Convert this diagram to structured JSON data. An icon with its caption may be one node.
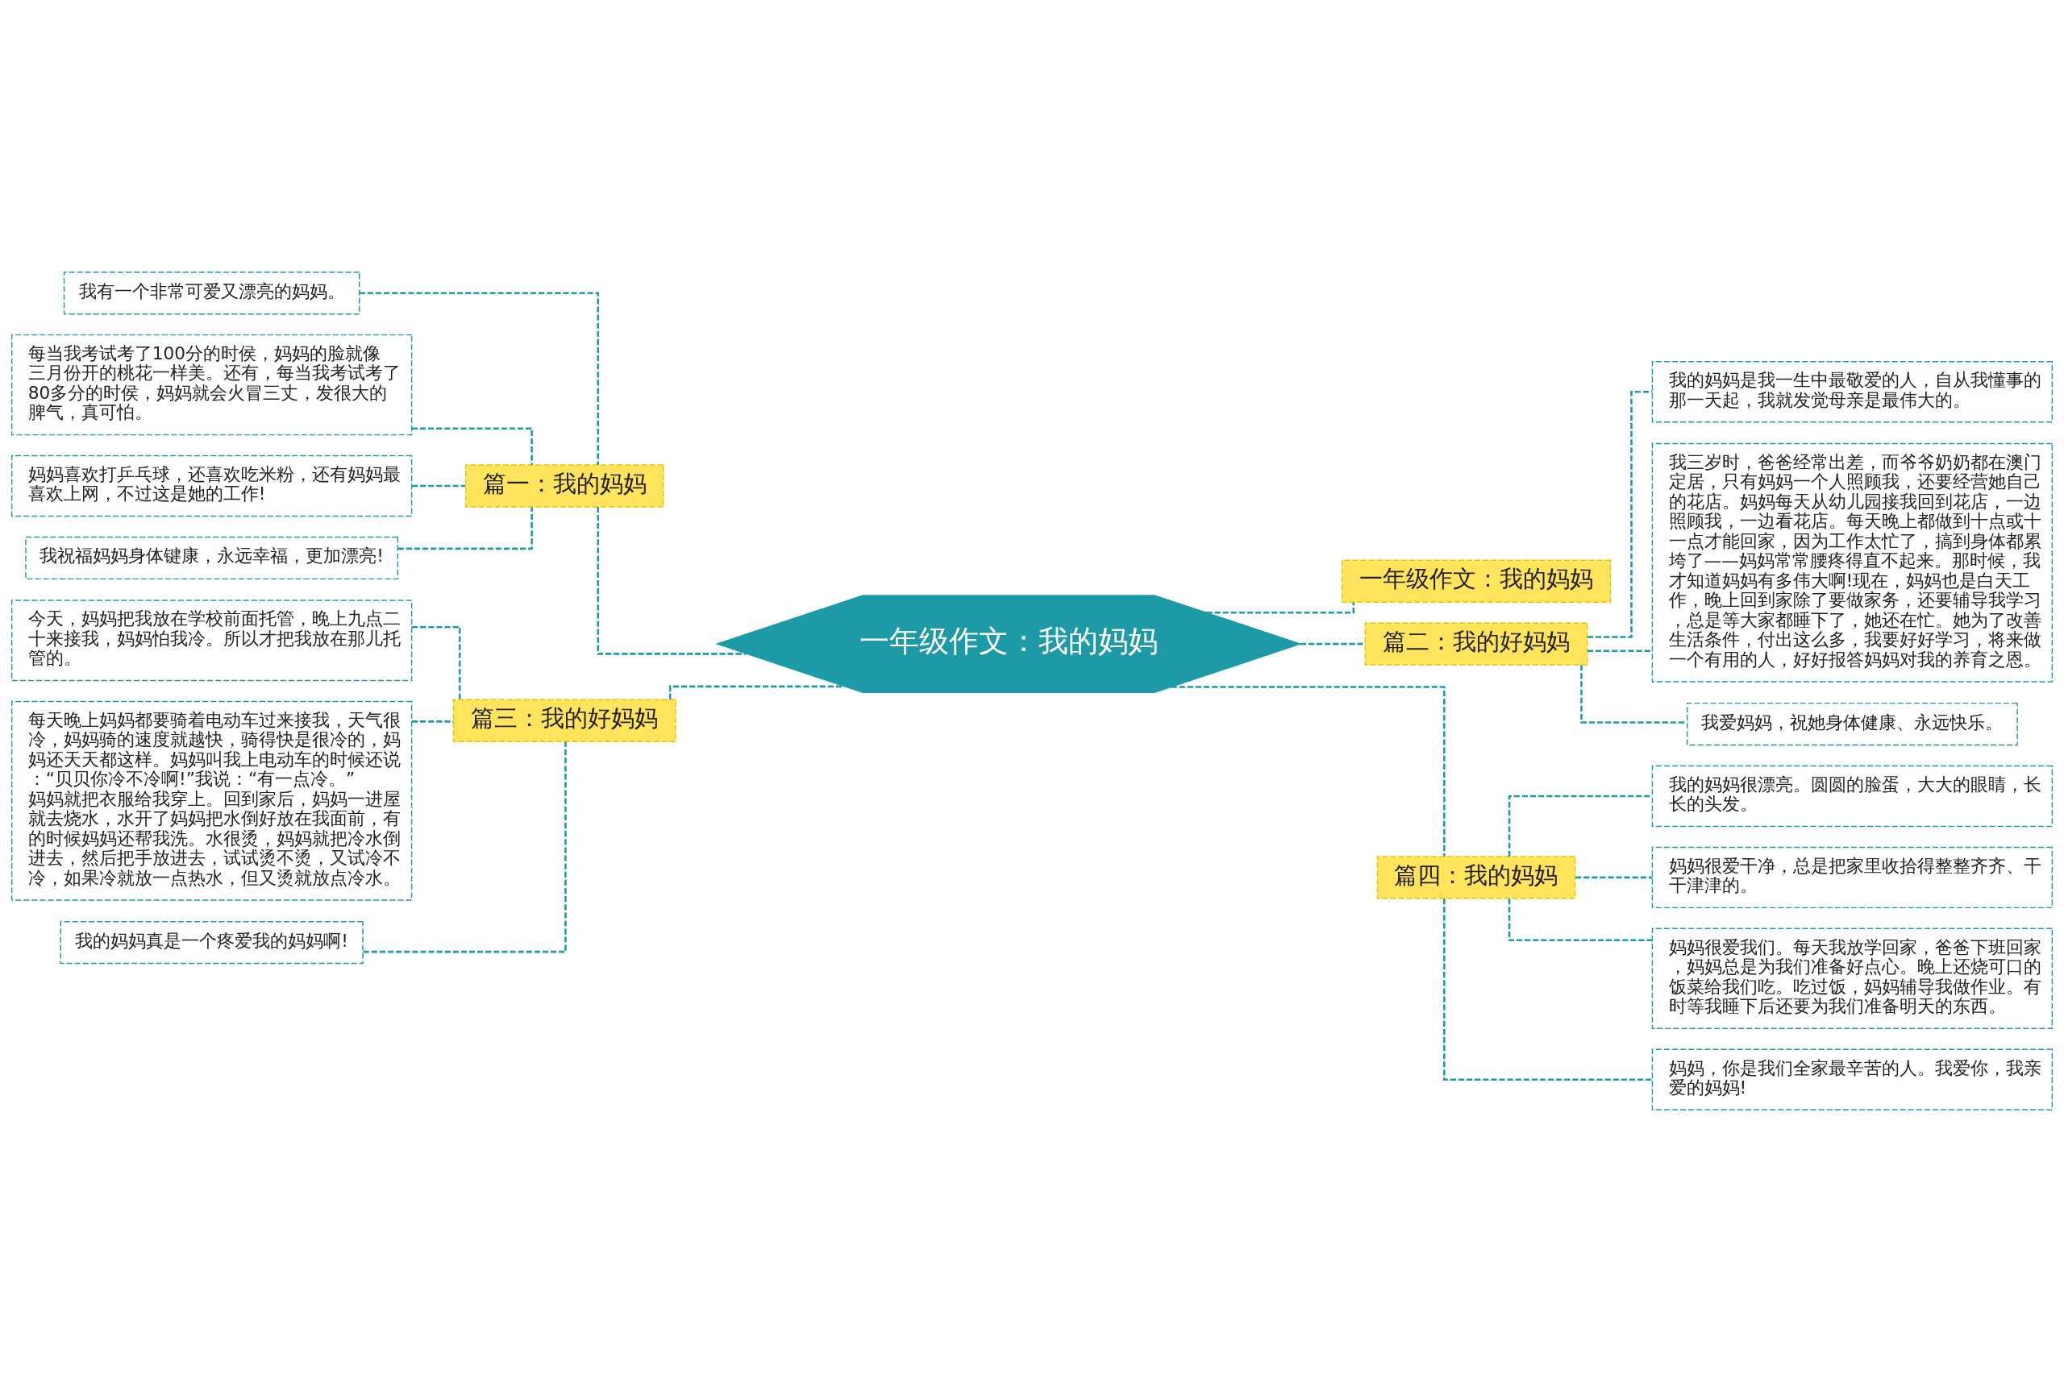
{
  "diagram": {
    "nodes": [
      {
        "text": [
          "一年级作文：我的妈妈"
        ]
      },
      {
        "text": [
          "篇一：我的妈妈"
        ]
      },
      {
        "text": [
          "我有一个非常可爱又漂亮的妈妈。"
        ]
      },
      {
        "text": [
          "每当我考试考了100分的时侯，妈妈的脸就像三月份开的桃花一样美。还有，每当我考试考了80多分的时侯，妈妈就会火冒三丈，发很大的脾气，真可怕。"
        ]
      },
      {
        "text": [
          "妈妈喜欢打乒乓球，还喜欢吃米粉，还有妈妈最喜欢上网，不过这是她的工作!"
        ]
      },
      {
        "text": [
          "我祝福妈妈身体键康，永远幸福，更加漂亮!"
        ]
      },
      {
        "text": [
          "篇三：我的好妈妈"
        ]
      },
      {
        "text": [
          "今天，妈妈把我放在学校前面托管，晚上九点二十来接我，妈妈怕我冷。所以才把我放在那儿托管的。"
        ]
      },
      {
        "text": [
          "每天晚上妈妈都要骑着电动车过来接我，天气很冷，妈妈骑的速度就越快，骑得快是很冷的，妈妈还天天都这样。妈妈叫我上电动车的时候还说：“贝贝你冷不冷啊!”我说：“有一点冷。”妈妈就把衣服给我穿上。回到家后，妈妈一进屋就去烧水，水开了妈妈把水倒好放在我面前，有的时候妈妈还帮我洗。水很烫，妈妈就把冷水倒进去，然后把手放进去，试试烫不烫，又试冷不冷，如果冷就放一点热水，但又烫就放点冷水。"
        ]
      },
      {
        "text": [
          "我的妈妈真是一个疼爱我的妈妈啊!"
        ]
      },
      {
        "text": [
          "一年级作文：我的妈妈"
        ]
      },
      {
        "text": [
          "篇二：我的好妈妈"
        ]
      },
      {
        "text": [
          "我的妈妈是我一生中最敬爱的人，自从我懂事的那一天起，我就发觉母亲是最伟大的。"
        ]
      },
      {
        "text": [
          "我三岁时，爸爸经常出差，而爷爷奶奶都在澳门定居，只有妈妈一个人照顾我，还要经营她自己的花店。妈妈每天从幼儿园接我回到花店，一边照顾我，一边看花店。每天晚上都做到十点或十一点才能回家，因为工作太忙了，搞到身体都累垮了——妈妈常常腰疼得直不起来。那时候，我才知道妈妈有多伟大啊!现在，妈妈也是白天工作，晚上回到家除了要做家务，还要辅导我学习，总是等大家都睡下了，她还在忙。她为了改善生活条件，付出这么多，我要好好学习，将来做一个有用的人，好好报答妈妈对我的养育之恩。"
        ]
      },
      {
        "text": [
          "我爱妈妈，祝她身体健康、永远快乐。"
        ]
      },
      {
        "text": [
          "篇四：我的妈妈"
        ]
      },
      {
        "text": [
          "我的妈妈很漂亮。圆圆的脸蛋，大大的眼睛，长长的头发。"
        ]
      },
      {
        "text": [
          "妈妈很爱干净，总是把家里收拾得整整齐齐、干干津津的。"
        ]
      },
      {
        "text": [
          "妈妈很爱我们。每天我放学回家，爸爸下班回家，妈妈总是为我们准备好点心。晚上还烧可口的饭菜给我们吃。吃过饭，妈妈辅导我做作业。有时等我睡下后还要为我们准备明天的东西。"
        ]
      },
      {
        "text": [
          "妈妈，你是我们全家最辛苦的人。我爱你，我亲爱的妈妈!"
        ]
      }
    ],
    "edges": [
      {
        "from": 0,
        "to": 1,
        "arrow": "none",
        "style": "dashed"
      },
      {
        "from": 1,
        "to": 2,
        "arrow": "none",
        "style": "dashed"
      },
      {
        "from": 1,
        "to": 3,
        "arrow": "none",
        "style": "dashed"
      },
      {
        "from": 1,
        "to": 4,
        "arrow": "none",
        "style": "dashed"
      },
      {
        "from": 1,
        "to": 5,
        "arrow": "none",
        "style": "dashed"
      },
      {
        "from": 0,
        "to": 6,
        "arrow": "none",
        "style": "dashed"
      },
      {
        "from": 6,
        "to": 7,
        "arrow": "none",
        "style": "dashed"
      },
      {
        "from": 6,
        "to": 8,
        "arrow": "none",
        "style": "dashed"
      },
      {
        "from": 6,
        "to": 9,
        "arrow": "none",
        "style": "dashed"
      },
      {
        "from": 0,
        "to": 10,
        "arrow": "none",
        "style": "dashed"
      },
      {
        "from": 0,
        "to": 11,
        "arrow": "none",
        "style": "dashed"
      },
      {
        "from": 11,
        "to": 12,
        "arrow": "none",
        "style": "dashed"
      },
      {
        "from": 11,
        "to": 13,
        "arrow": "none",
        "style": "dashed"
      },
      {
        "from": 11,
        "to": 14,
        "arrow": "none",
        "style": "dashed"
      },
      {
        "from": 0,
        "to": 15,
        "arrow": "none",
        "style": "dashed"
      },
      {
        "from": 15,
        "to": 16,
        "arrow": "none",
        "style": "dashed"
      },
      {
        "from": 15,
        "to": 17,
        "arrow": "none",
        "style": "dashed"
      },
      {
        "from": 15,
        "to": 18,
        "arrow": "none",
        "style": "dashed"
      },
      {
        "from": 15,
        "to": 19,
        "arrow": "none",
        "style": "dashed"
      }
    ]
  }
}
